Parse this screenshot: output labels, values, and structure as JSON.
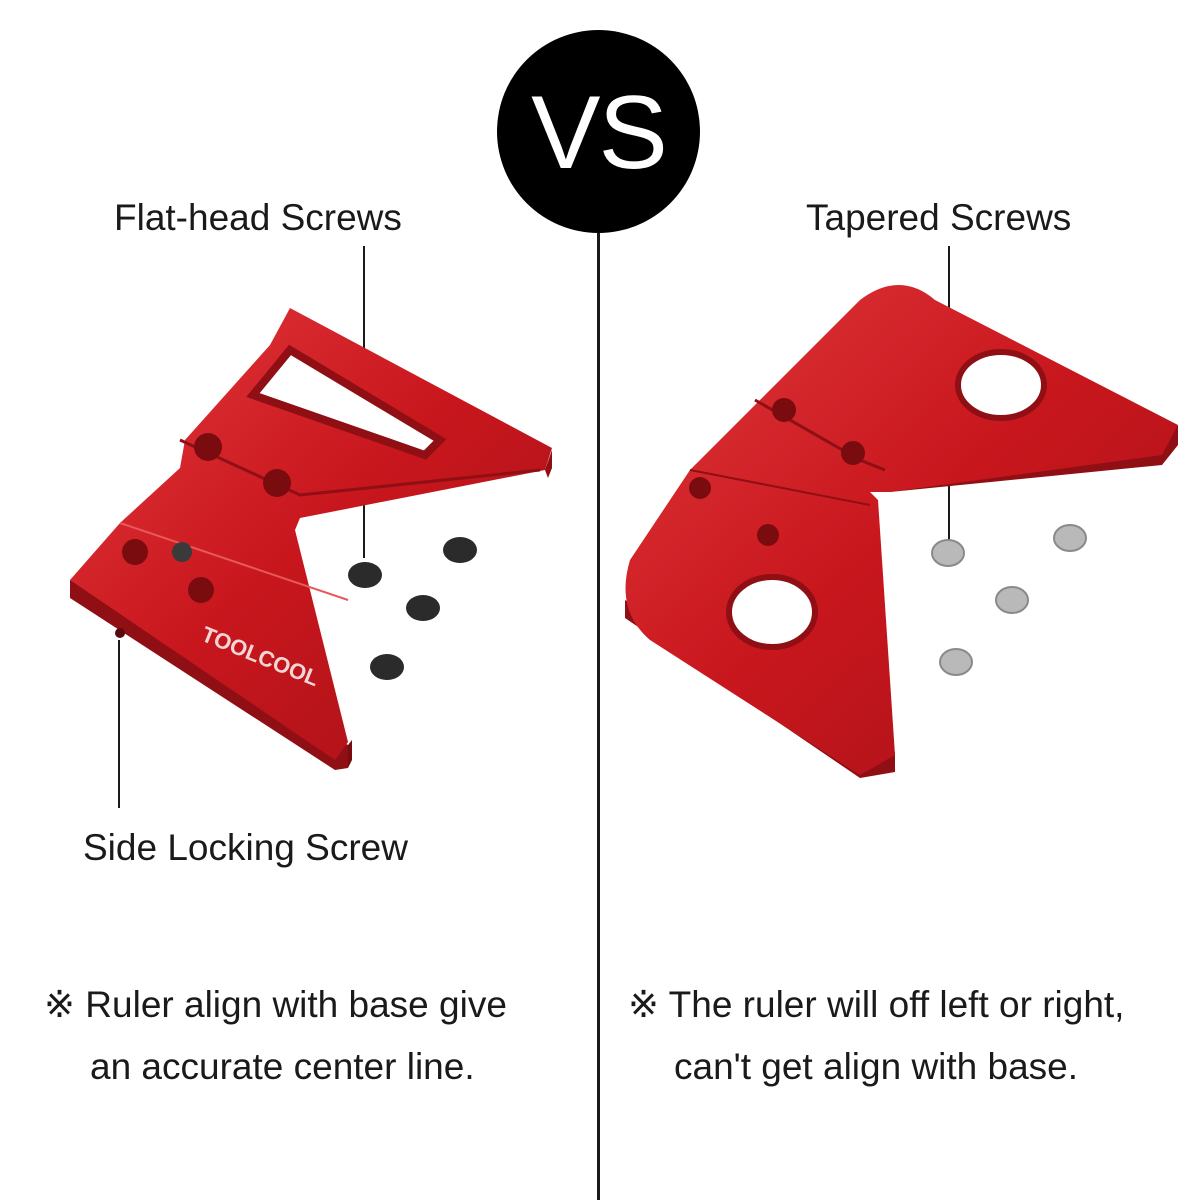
{
  "center": {
    "vs_text": "VS"
  },
  "left": {
    "callout_top": "Flat-head Screws",
    "callout_bottom": "Side Locking Screw",
    "brand": "TOOLCOOL",
    "note_symbol": "※",
    "note_line1": "Ruler align with base give",
    "note_line2": "an accurate center line."
  },
  "right": {
    "callout_top": "Tapered Screws",
    "note_symbol": "※",
    "note_line1": "The ruler will off left or right,",
    "note_line2": "can't get align with base."
  },
  "colors": {
    "part_red": "#c8161d",
    "part_red_dark": "#8f0f14",
    "part_red_light": "#e0393c",
    "screw_black": "#2b2b2b",
    "screw_silver": "#b9b9b9",
    "text": "#1a1a1a"
  }
}
